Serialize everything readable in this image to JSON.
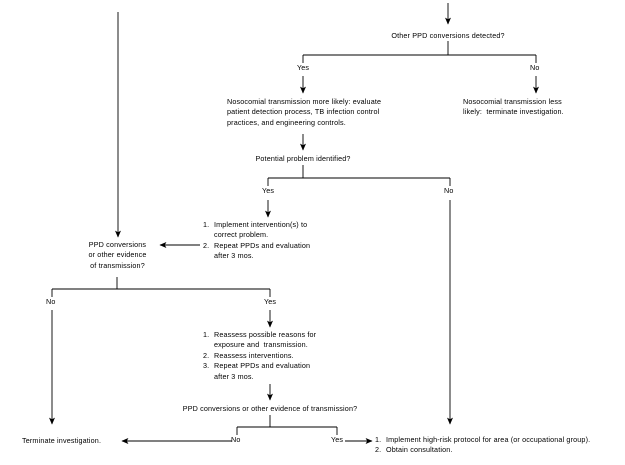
{
  "diagram": {
    "title_present": false,
    "line_color": "#000000",
    "background": "#ffffff",
    "nodes": {
      "q_other_ppd": "Other PPD conversions detected?",
      "a_nosocomial_more": "Nosocomial transmission more likely: evaluate\npatient detection process, TB infection control\npractices, and engineering controls.",
      "a_nosocomial_less": "Nosocomial transmission less\nlikely:  terminate investigation.",
      "q_potential_problem": "Potential problem identified?",
      "a_intervene_1": "Implement intervention(s) to\ncorrect problem.",
      "a_intervene_2": "Repeat PPDs and evaluation\nafter 3 mos.",
      "q_ppd_conversions_multiline": "PPD conversions\nor other evidence\nof transmission?",
      "a_reassess_1": "Reassess possible reasons for\nexposure and  transmission.",
      "a_reassess_2": "Reassess interventions.",
      "a_reassess_3": "Repeat PPDs and evaluation\nafter 3 mos.",
      "q_ppd_conversions_inline": "PPD conversions or other evidence of transmission?",
      "a_terminate": "Terminate investigation.",
      "a_highrisk_1": "Implement high-risk protocol for area (or occupational group).",
      "a_highrisk_2": "Obtain consultation."
    },
    "numbering": {
      "n1": "1.",
      "n2": "2.",
      "n3": "3."
    },
    "edge_labels": {
      "yes_top": "Yes",
      "no_top": "No",
      "yes_potential": "Yes",
      "no_potential": "No",
      "no_conversions": "No",
      "yes_conversions": "Yes",
      "no_bottom": "No",
      "yes_bottom": "Yes"
    }
  }
}
